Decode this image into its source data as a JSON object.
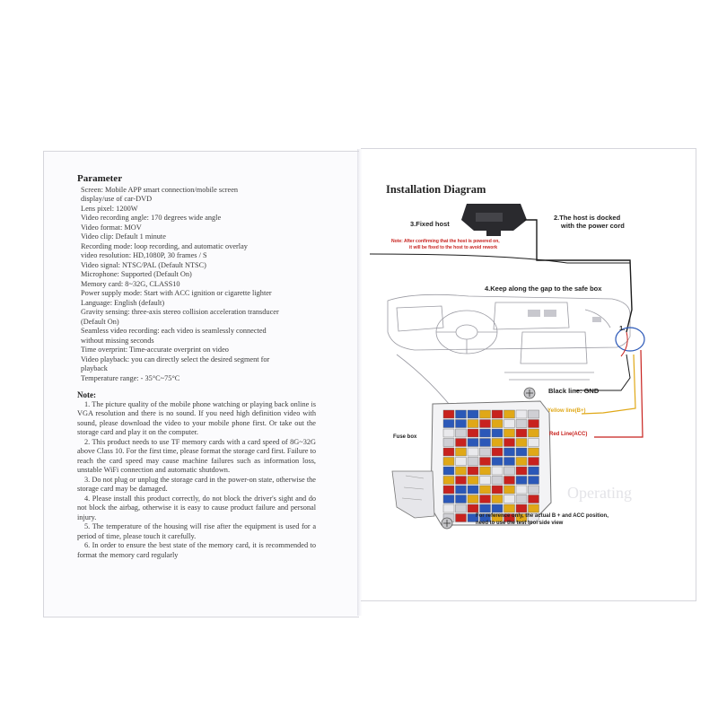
{
  "left": {
    "title": "Parameter",
    "params": [
      "Screen: Mobile APP smart connection/mobile screen",
      "display/use of car-DVD",
      "Lens pixel: 1200W",
      "Video recording angle: 170 degrees wide angle",
      "Video format: MOV",
      "Video clip: Default 1 minute",
      "Recording mode: loop recording, and automatic overlay",
      "video resolution: HD,1080P, 30 frames / S",
      "Video signal: NTSC/PAL (Default NTSC)",
      "Microphone: Supported (Default On)",
      "Memory card: 8~32G, CLASS10",
      "Power supply mode: Start with ACC ignition or cigarette lighter",
      "Language: English (default)",
      "Gravity sensing: three-axis stereo collision acceleration transducer",
      "(Default On)",
      "Seamless video recording: each video is seamlessly connected",
      "without missing seconds",
      "Time overprint: Time-accurate overprint on video",
      "Video playback: you can directly select the desired segment for",
      "playback",
      "Temperature range:  - 35°C~75°C"
    ],
    "note_title": "Note:",
    "notes": [
      "1. The picture quality of the mobile phone watching or playing back online is VGA resolution and there is no sound. If you need high definition video with sound, please download the video to your mobile phone first. Or take out the storage card and play it on the computer.",
      "2. This product needs to use TF memory cards with a card speed of 8G~32G above Class 10. For the first time, please format the storage card first. Failure to reach the card speed may cause machine failures such as information loss, unstable WiFi connection and automatic shutdown.",
      "3. Do not plug or unplug the storage card in the power-on state, otherwise the storage card may be damaged.",
      "4. Please install this product correctly, do not block the driver's sight and do not block the airbag, otherwise it is easy to cause product failure and personal injury.",
      "5. The temperature of the housing will rise after the equipment is used for a period of time, please touch it carefully.",
      "6. In order to ensure the best state of the memory card, it is recommended to format the memory card regularly"
    ]
  },
  "right": {
    "title": "Installation Diagram",
    "step3": "3.Fixed host",
    "step2_line1": "2.The host is docked",
    "step2_line2": "with the power cord",
    "note_line1": "Note: After confirming that the host is powered on,",
    "note_line2": "it will be fixed to the host to avoid rework",
    "step4": "4.Keep along the gap to the safe box",
    "step1": "1.",
    "black_line": "Black line: GND",
    "yellow_line": "Yellow line(B+)",
    "red_line": "Red Line(ACC)",
    "fuse_box": "Fuse box",
    "ref_line1": "For reference only, the actual B + and ACC position,",
    "ref_line2": "need to use the test tool side view",
    "colors": {
      "red": "#c8221e",
      "yellow": "#e0a817",
      "blue": "#2b58b8",
      "black": "#1c1c1c"
    }
  }
}
